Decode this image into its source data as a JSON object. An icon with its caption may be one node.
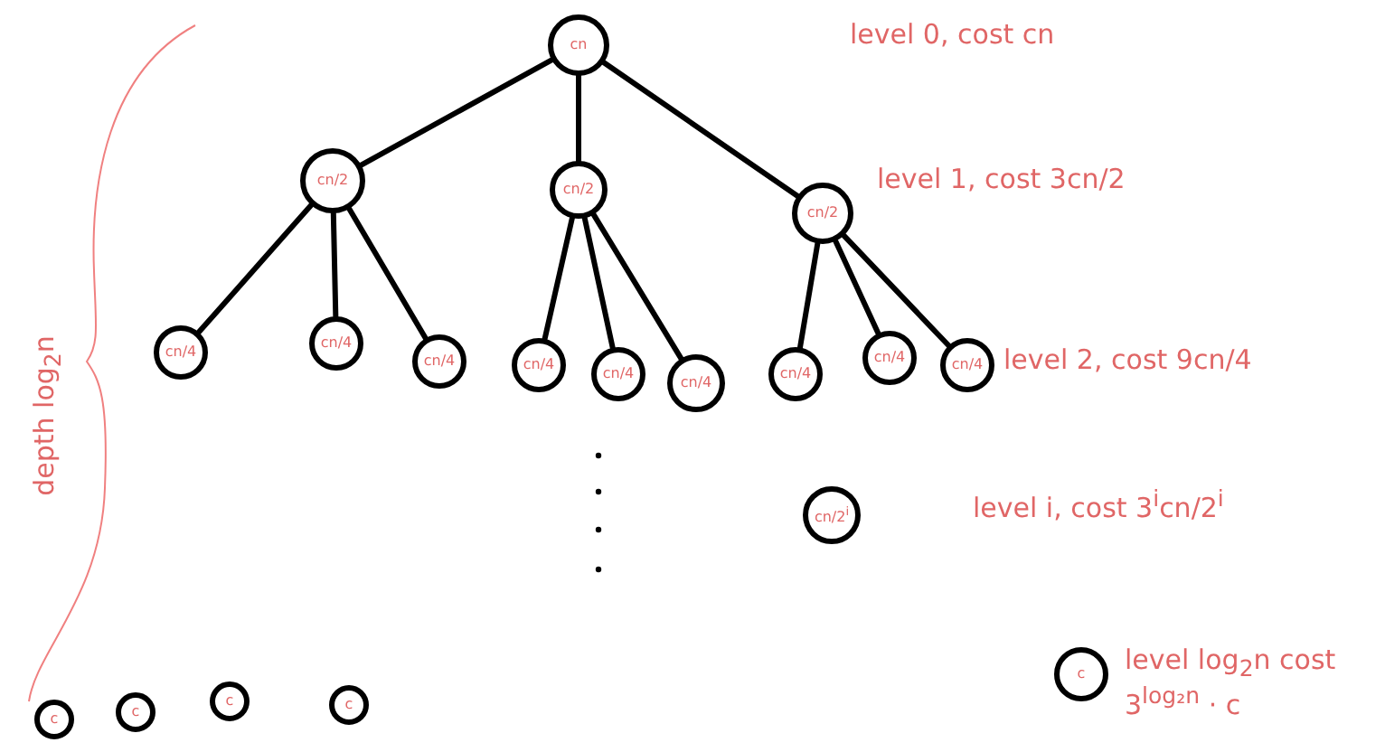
{
  "diagram": {
    "nodes": [
      {
        "text": [
          "cn"
        ]
      },
      {
        "text": [
          "cn/2"
        ]
      },
      {
        "text": [
          "cn/2"
        ]
      },
      {
        "text": [
          "cn/2"
        ]
      },
      {
        "text": [
          "cn/4"
        ]
      },
      {
        "text": [
          "cn/4"
        ]
      },
      {
        "text": [
          "cn/4"
        ]
      },
      {
        "text": [
          "cn/4"
        ]
      },
      {
        "text": [
          "cn/4"
        ]
      },
      {
        "text": [
          "cn/4"
        ]
      },
      {
        "text": [
          "cn/4"
        ]
      },
      {
        "text": [
          "cn/4"
        ]
      },
      {
        "text": [
          "cn/4"
        ]
      },
      {
        "text": [
          "cn/2$^{i}$"
        ]
      },
      {
        "text": [
          "c"
        ]
      },
      {
        "text": [
          "c"
        ]
      },
      {
        "text": [
          "c"
        ]
      },
      {
        "text": [
          "c"
        ]
      },
      {
        "text": [
          "c"
        ]
      }
    ],
    "edges": [
      {
        "from": 0,
        "to": 1,
        "arrow": "none"
      },
      {
        "from": 0,
        "to": 2,
        "arrow": "none"
      },
      {
        "from": 0,
        "to": 3,
        "arrow": "none"
      },
      {
        "from": 1,
        "to": 4,
        "arrow": "none"
      },
      {
        "from": 1,
        "to": 5,
        "arrow": "none"
      },
      {
        "from": 1,
        "to": 6,
        "arrow": "none"
      },
      {
        "from": 2,
        "to": 7,
        "arrow": "none"
      },
      {
        "from": 2,
        "to": 8,
        "arrow": "none"
      },
      {
        "from": 2,
        "to": 9,
        "arrow": "none"
      },
      {
        "from": 3,
        "to": 10,
        "arrow": "none"
      },
      {
        "from": 3,
        "to": 11,
        "arrow": "none"
      },
      {
        "from": 3,
        "to": 12,
        "arrow": "none"
      }
    ],
    "labels": [
      "level 0, cost cn",
      "level 1, cost 3cn/2",
      "level 2, cost 9cn/4",
      "level i, cost 3$^{i}$cn/2$^{i}$",
      "level log$_{2}$n cost 3$^{log₂n}$ · c",
      "depth log$_{2}$n"
    ]
  }
}
